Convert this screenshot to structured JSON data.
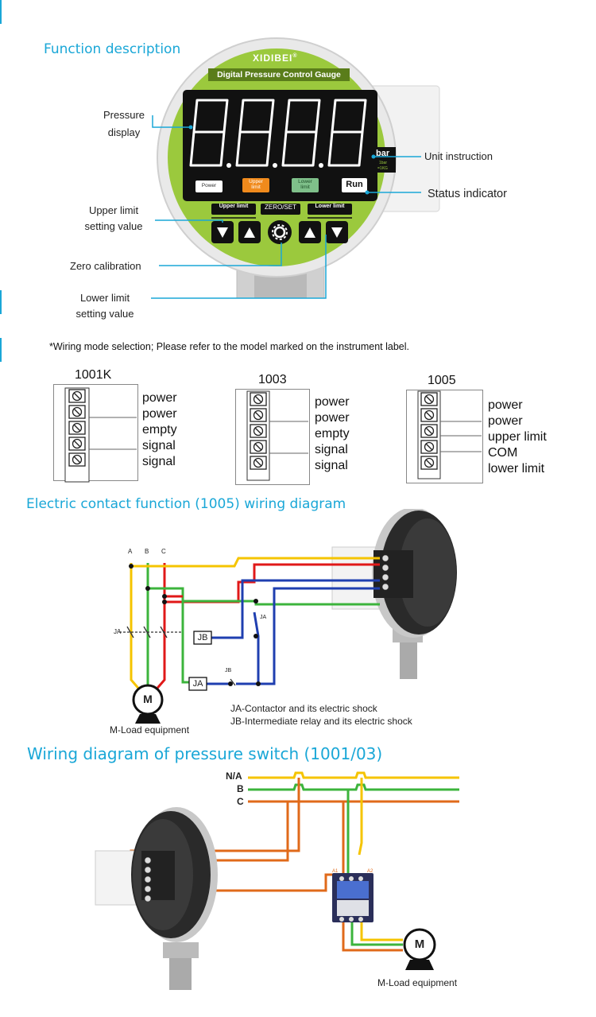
{
  "function_section": {
    "title": "Function description",
    "gauge": {
      "brand": "XIDIBEI",
      "brand_mark": "®",
      "subtitle": "Digital Pressure Control Gauge",
      "unit": "bar",
      "unit_note_1": "1bar",
      "unit_note_2": "=1KG",
      "led_power": "Power",
      "led_upper_1": "Upper",
      "led_upper_2": "limit",
      "led_lower_1": "Lower",
      "led_lower_2": "limit",
      "run": "Run",
      "btn_upper_limit": "Upper limit",
      "btn_zero_set": "ZERO/SET",
      "btn_lower_limit": "Lower limit"
    },
    "callouts": {
      "pressure_display_1": "Pressure",
      "pressure_display_2": "display",
      "unit_instruction": "Unit instruction",
      "status_indicator": "Status indicator",
      "upper_limit_1": "Upper limit",
      "upper_limit_2": "setting value",
      "zero_calibration": "Zero calibration",
      "lower_limit_1": "Lower limit",
      "lower_limit_2": "setting value"
    }
  },
  "wiring_modes": {
    "note": "*Wiring mode selection; Please refer to the model marked on the instrument label.",
    "models": [
      {
        "name": "1001K",
        "terminals": [
          "power",
          "power",
          "empty",
          "signal",
          "signal"
        ]
      },
      {
        "name": "1003",
        "terminals": [
          "power",
          "power",
          "empty",
          "signal",
          "signal"
        ]
      },
      {
        "name": "1005",
        "terminals": [
          "power",
          "power",
          "upper limit",
          "COM",
          "lower limit"
        ]
      }
    ]
  },
  "contact_section": {
    "title": "Electric contact function (1005) wiring diagram",
    "phases": [
      "A",
      "B",
      "C"
    ],
    "ja_label": "JA",
    "jb_box": "JB",
    "ja_box": "JA",
    "jb_label": "JB",
    "motor_symbol": "M",
    "load_label": "M-Load equipment",
    "legend_ja": "JA-Contactor and its electric shock",
    "legend_jb": "JB-Intermediate relay and its electric shock"
  },
  "switch_section": {
    "title": "Wiring diagram of pressure switch (1001/03)",
    "phases": [
      "N/A",
      "B",
      "C"
    ],
    "contactor_a1": "A1",
    "contactor_a2": "A2",
    "motor_symbol": "M",
    "load_label": "M-Load equipment"
  },
  "colors": {
    "accent": "#1aa7d7",
    "gauge_green": "#9bc93d",
    "wire_yellow": "#f5c400",
    "wire_green": "#3cb43c",
    "wire_red": "#e01818",
    "wire_blue": "#1f3fb0",
    "wire_orange": "#e06a1a"
  }
}
